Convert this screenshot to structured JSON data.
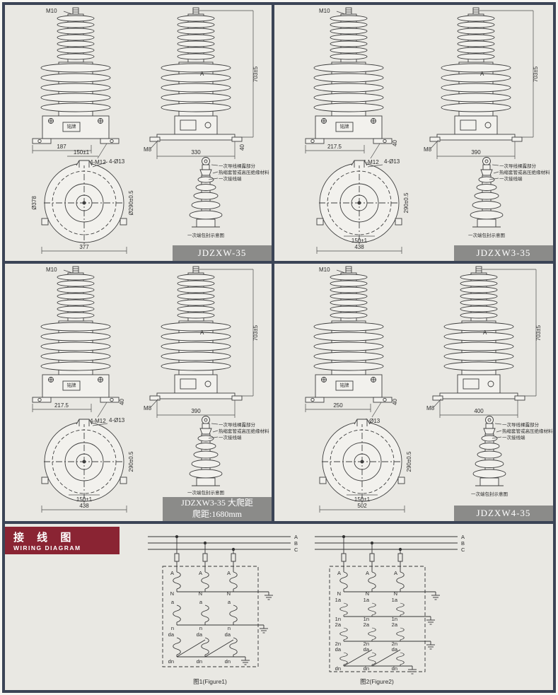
{
  "page": {
    "background": "#3b4456",
    "panel_background": "#e9e8e3",
    "model_tag_background": "#8b8b89",
    "wiring_header_background": "#8a2433"
  },
  "panels": [
    {
      "label": "JDZXW-35",
      "front": {
        "stud": "M10",
        "nameplate": "铭牌",
        "width_dim": "187",
        "bolts": "4-M12"
      },
      "side": {
        "marker": "A",
        "height_dim": "703±5",
        "bolt": "M8",
        "width_dim": "330",
        "foot_dim": "40"
      },
      "plan": {
        "slot_dim": "150±1",
        "holes": "4-Ø13",
        "outer_dia": "Ø378",
        "inner_dia": "Ø290±0.5",
        "width_dim": "377"
      },
      "seal": {
        "note_bare": "一次导线裸露部分",
        "note_sleeve": "热缩套管或高压绝缘材料",
        "note_terminal": "一次接线端",
        "caption": "一次端包封示意图"
      }
    },
    {
      "label": "JDZXW3-35",
      "front": {
        "stud": "M10",
        "nameplate": "铭牌",
        "width_dim": "217.5",
        "bolts": "4-M12",
        "foot_dim": "40"
      },
      "side": {
        "marker": "A",
        "height_dim": "703±5",
        "bolt": "M8",
        "width_dim": "390"
      },
      "plan": {
        "slot_dim": "150±1",
        "holes": "4-Ø13",
        "inner_dia": "290±0.5",
        "width_dim": "438"
      },
      "seal": {
        "note_bare": "一次导线裸露部分",
        "note_sleeve": "热缩套管或高压绝缘材料",
        "note_terminal": "一次接线端",
        "caption": "一次端包封示意图"
      }
    },
    {
      "label": "JDZXW3-35 大爬距",
      "label2": "爬距:1680mm",
      "front": {
        "stud": "M10",
        "nameplate": "铭牌",
        "width_dim": "217.5",
        "bolts": "4-M12",
        "foot_dim": "40"
      },
      "side": {
        "marker": "A",
        "height_dim": "703±5",
        "bolt": "M8",
        "width_dim": "390"
      },
      "plan": {
        "slot_dim": "150±1",
        "holes": "4-Ø13",
        "inner_dia": "290±0.5",
        "width_dim": "438"
      },
      "seal": {
        "note_bare": "一次导线裸露部分",
        "note_sleeve": "热缩套管或高压绝缘材料",
        "note_terminal": "一次接线端",
        "caption": "一次端包封示意图"
      }
    },
    {
      "label": "JDZXW4-35",
      "front": {
        "stud": "M10",
        "nameplate": "铭牌",
        "width_dim": "250",
        "bolts": "4-Ø13",
        "foot_dim": "40"
      },
      "side": {
        "marker": "A",
        "height_dim": "703±5",
        "bolt": "M8",
        "width_dim": "400"
      },
      "plan": {
        "slot_dim": "150±1",
        "inner_dia": "290±0.5",
        "width_dim": "502"
      },
      "seal": {
        "note_bare": "一次导线裸露部分",
        "note_sleeve": "热缩套管或高压绝缘材料",
        "note_terminal": "一次接线端",
        "caption": "一次端包封示意图"
      }
    }
  ],
  "wiring": {
    "title_cn": "接 线 图",
    "title_en": "WIRING DIAGRAM",
    "phases": [
      "A",
      "B",
      "C"
    ],
    "fig1": {
      "caption": "图1(Figure1)",
      "winding_labels": [
        "A",
        "N",
        "a",
        "n",
        "da",
        "dn"
      ]
    },
    "fig2": {
      "caption": "图2(Figure2)",
      "winding_labels": [
        "A",
        "N",
        "1a",
        "1n",
        "2a",
        "2n",
        "da",
        "dn"
      ]
    }
  }
}
